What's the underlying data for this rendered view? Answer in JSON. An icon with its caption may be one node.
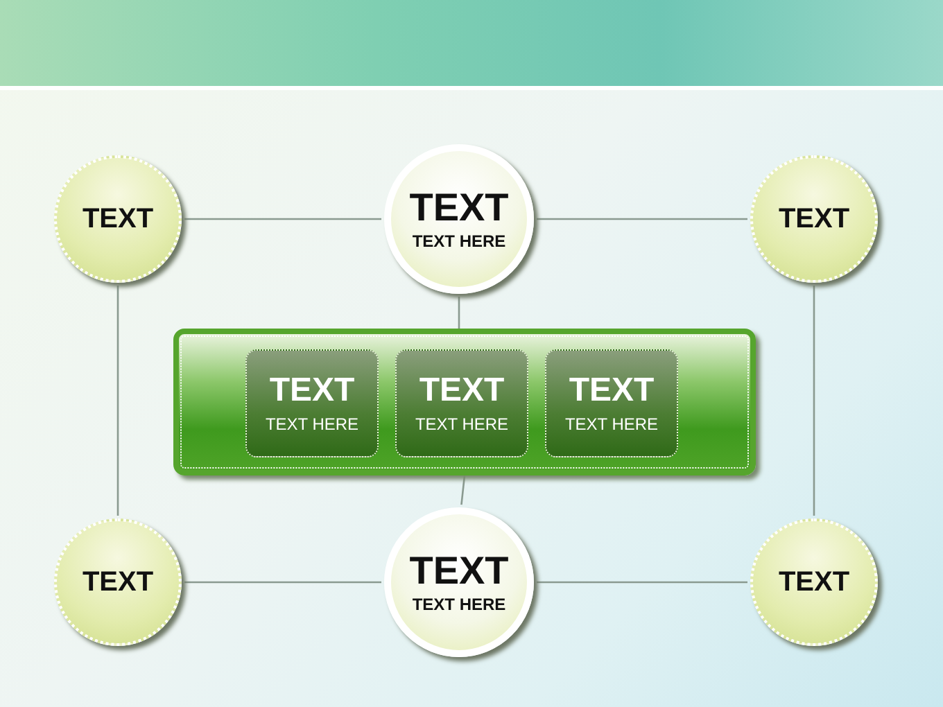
{
  "diagram": {
    "nodes": [
      {
        "text": [
          "TEXT"
        ]
      },
      {
        "text": [
          "TEXT",
          "TEXT HERE"
        ]
      },
      {
        "text": [
          "TEXT"
        ]
      },
      {
        "text": [],
        "shape": "bar"
      },
      {
        "text": [
          "TEXT",
          "TEXT HERE"
        ],
        "in": 3
      },
      {
        "text": [
          "TEXT",
          "TEXT HERE"
        ],
        "in": 3
      },
      {
        "text": [
          "TEXT",
          "TEXT HERE"
        ],
        "in": 3
      },
      {
        "text": [
          "TEXT"
        ]
      },
      {
        "text": [
          "TEXT",
          "TEXT HERE"
        ]
      },
      {
        "text": [
          "TEXT"
        ]
      }
    ],
    "edges": [
      {
        "from": 0,
        "to": 1,
        "arrow": "none"
      },
      {
        "from": 1,
        "to": 2,
        "arrow": "none"
      },
      {
        "from": 0,
        "to": 7,
        "arrow": "none"
      },
      {
        "from": 2,
        "to": 9,
        "arrow": "none"
      },
      {
        "from": 1,
        "to": 3,
        "arrow": "none"
      },
      {
        "from": 3,
        "to": 8,
        "arrow": "none"
      },
      {
        "from": 7,
        "to": 8,
        "arrow": "none"
      },
      {
        "from": 8,
        "to": 9,
        "arrow": "none"
      }
    ]
  }
}
